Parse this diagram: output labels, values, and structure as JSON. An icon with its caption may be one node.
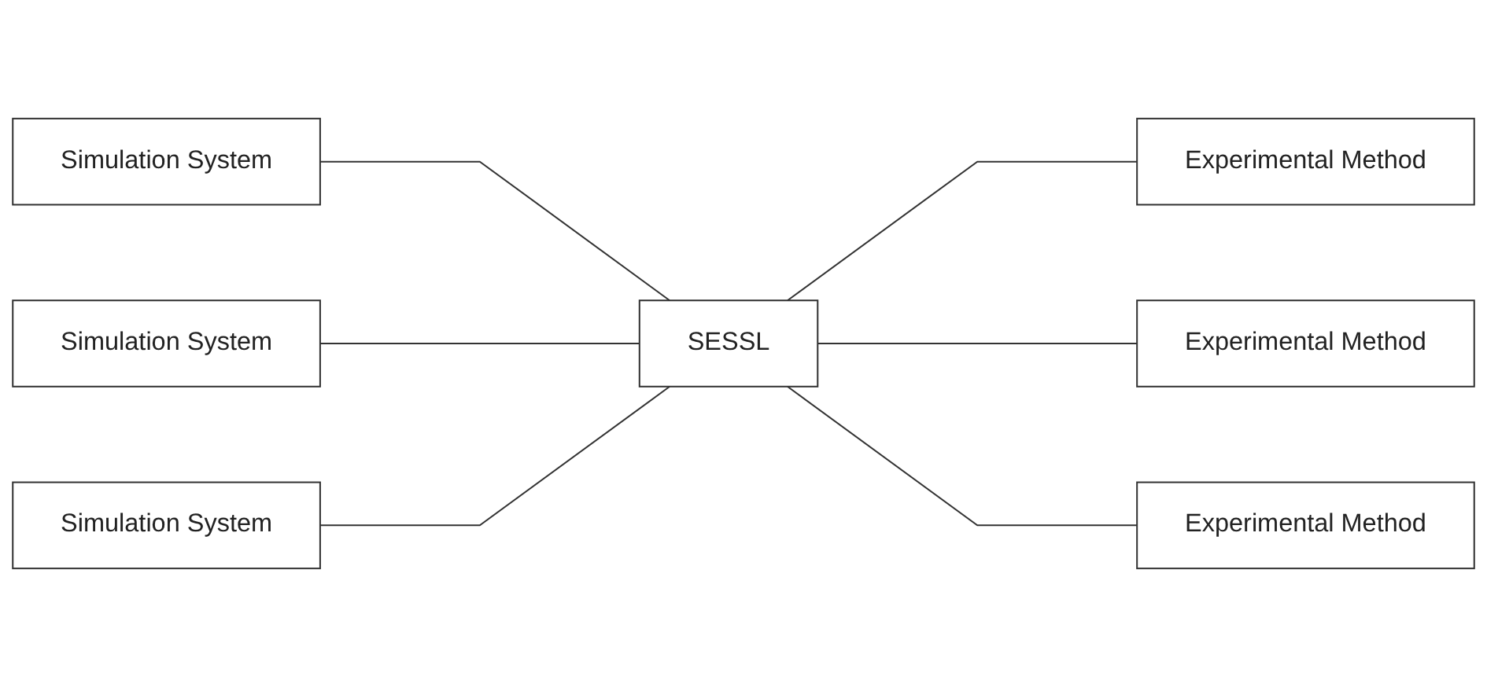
{
  "diagram": {
    "nodes": [
      {
        "text": [
          "Simulation System"
        ]
      },
      {
        "text": [
          "Experimental Method"
        ]
      },
      {
        "text": [
          "Simulation System"
        ]
      },
      {
        "text": [
          "SESSL"
        ]
      },
      {
        "text": [
          "Experimental Method"
        ]
      },
      {
        "text": [
          "Simulation System"
        ]
      },
      {
        "text": [
          "Experimental Method"
        ]
      }
    ],
    "edges": [
      {
        "from": 0,
        "to": 3,
        "arrow": "none"
      },
      {
        "from": 2,
        "to": 3,
        "arrow": "none"
      },
      {
        "from": 5,
        "to": 3,
        "arrow": "none"
      },
      {
        "from": 3,
        "to": 1,
        "arrow": "none"
      },
      {
        "from": 3,
        "to": 4,
        "arrow": "none"
      },
      {
        "from": 3,
        "to": 6,
        "arrow": "none"
      }
    ]
  }
}
